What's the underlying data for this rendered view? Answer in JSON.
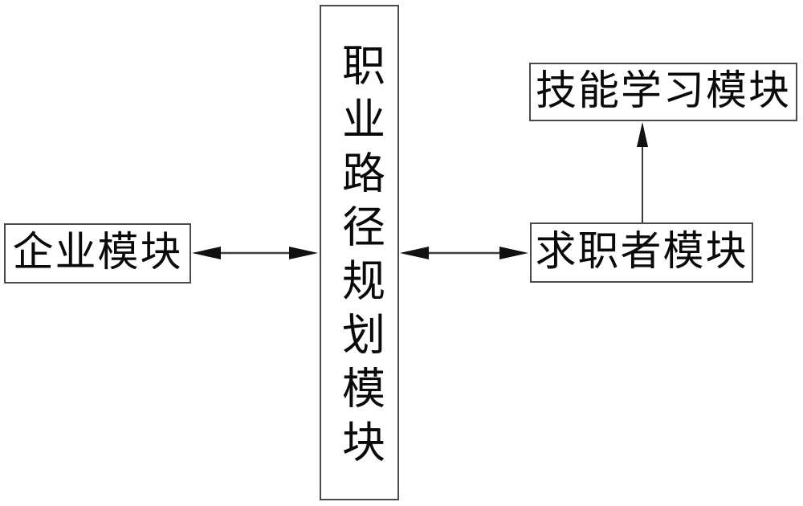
{
  "diagram": {
    "nodes": {
      "center": {
        "label": "职业路径规划模块",
        "orientation": "vertical"
      },
      "left": {
        "label": "企业模块"
      },
      "right": {
        "label": "求职者模块"
      },
      "top_right": {
        "label": "技能学习模块"
      }
    },
    "connections": [
      {
        "from": "left",
        "to": "center",
        "type": "double-headed-arrow"
      },
      {
        "from": "center",
        "to": "right",
        "type": "double-headed-arrow"
      },
      {
        "from": "right",
        "to": "top_right",
        "type": "arrow-up"
      }
    ],
    "colors": {
      "background": "#ffffff",
      "box_border": "#4a4a4a",
      "line": "#3d3d3d",
      "arrowhead": "#111111",
      "text": "#0a0a0a"
    }
  }
}
